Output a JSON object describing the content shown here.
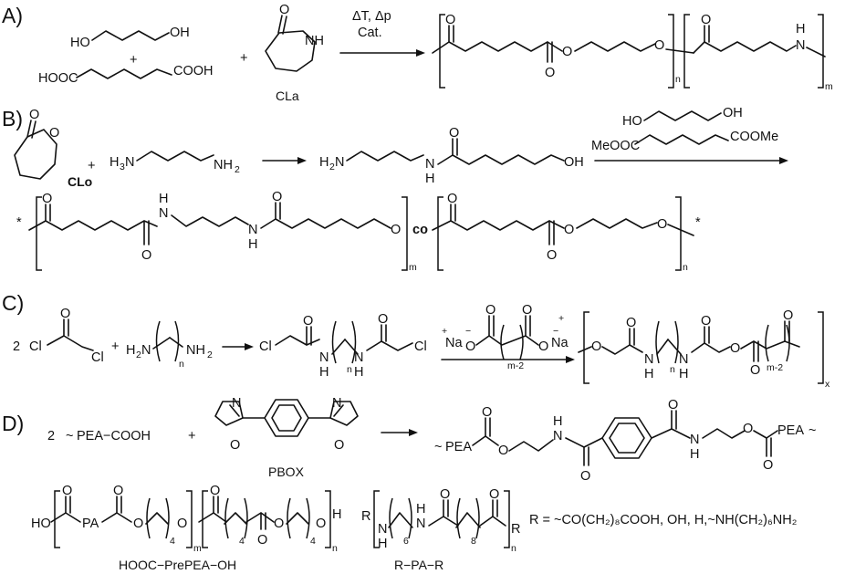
{
  "panels": {
    "a": "A)",
    "b": "B)",
    "c": "C)",
    "d": "D)"
  },
  "panel_a": {
    "oh1": "HO",
    "oh2": "OH",
    "plus": "+",
    "acid_l": "HOOC",
    "acid_r": "COOH",
    "amide_nh": "NH",
    "amide_o": "O",
    "cla_label": "CLa",
    "cond_top": "ΔT, Δp",
    "cond_bot": "Cat.",
    "o": "O",
    "nh": "N",
    "h": "H",
    "n": "n",
    "m": "m"
  },
  "panel_b": {
    "o": "O",
    "clo_label": "CLo",
    "plus": "+",
    "amine_l": "H",
    "amine_l_sub": "3",
    "amine_l_n": "N",
    "amine_r": "NH",
    "amine_r_sub": "2",
    "prod_amine": "H",
    "prod_amine_sub": "2",
    "prod_n": "N",
    "nh": "N",
    "h": "H",
    "oh": "OH",
    "diol_l": "HO",
    "diol_r": "OH",
    "ester_l": "MeOOC",
    "ester_r": "COOMe",
    "star": "*",
    "co": "co",
    "n": "n",
    "m": "m"
  },
  "panel_c": {
    "coef": "2",
    "cl": "Cl",
    "o": "O",
    "plus": "+",
    "h2n": "H",
    "h2n_sub": "2",
    "h2n_n": "N",
    "nh2": "NH",
    "nh2_sub": "2",
    "n": "n",
    "nh": "N",
    "h": "H",
    "na": "Na",
    "plus_sign": "+",
    "minus_sign": "−",
    "m2": "m-2",
    "x": "x"
  },
  "panel_d": {
    "coef": "2",
    "wave": "~",
    "pea_cooh": "PEA−COOH",
    "plus": "+",
    "n_atom": "N",
    "o_atom": "O",
    "pbox_label": "PBOX",
    "pea": "PEA",
    "nh": "N",
    "h": "H",
    "ho": "HO",
    "pa": "PA",
    "four": "4",
    "m": "m",
    "n": "n",
    "six": "6",
    "eight": "8",
    "prepea_label": "HOOC−PrePEA−OH",
    "r": "R",
    "rpar_label": "R−PA−R",
    "r_def": "R = ~CO(CH₂)₈COOH, OH, H,~NH(CH₂)₆NH₂"
  }
}
